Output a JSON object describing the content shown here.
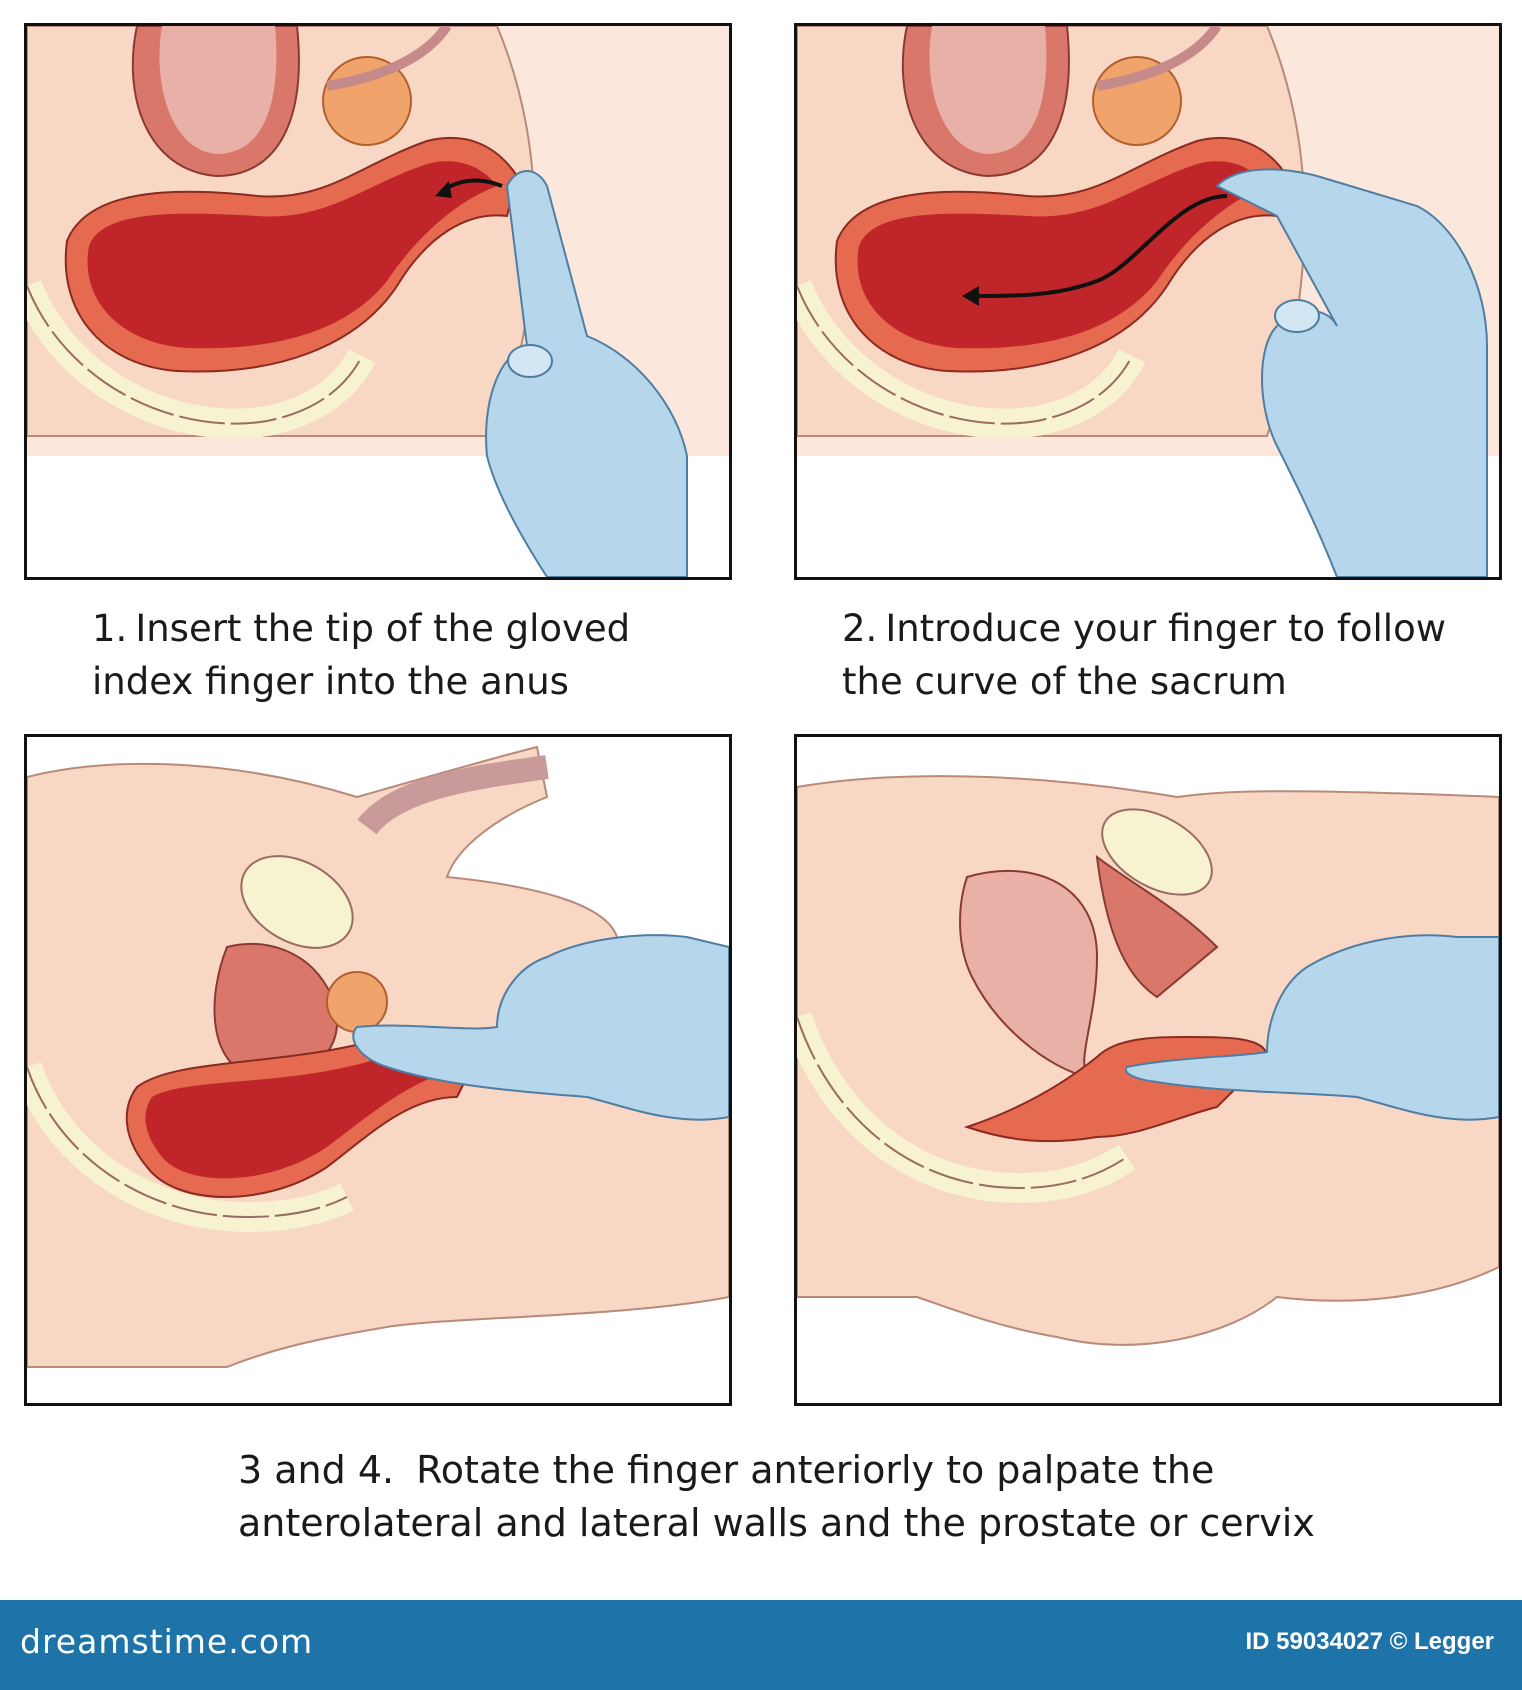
{
  "steps": [
    {
      "number": "1.",
      "text": "Insert the tip of the gloved index finger into the anus"
    },
    {
      "number": "2.",
      "text": "Introduce your finger to follow the curve of the sacrum"
    },
    {
      "number": "3 and 4.",
      "text": "Rotate the finger anteriorly to palpate the anterolateral and lateral walls and the prostate or cervix"
    }
  ],
  "watermark": "dreamstime",
  "footer": {
    "brand": "dreamstime.com",
    "id_text": "ID 59034027 © Legger"
  },
  "colors": {
    "skin": "#fbe7dc",
    "body": "#f8d8c6",
    "rectum_wall": "#e56a4f",
    "rectum_lumen": "#c0252a",
    "glove": "#b6d6ec",
    "bladder": "#e8a090",
    "prostate": "#f0a36a",
    "bone": "#f7f2cf",
    "footer_bg": "#1e73a8"
  }
}
